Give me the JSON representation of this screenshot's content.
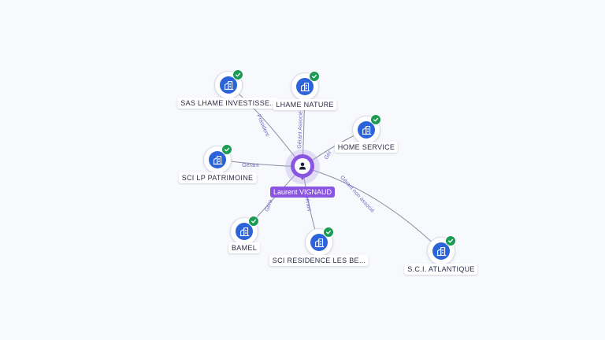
{
  "colors": {
    "background": "#f8f9fc",
    "center_accent": "#8a55e0",
    "company_node": "#2d63d8",
    "verified": "#1c9b54",
    "edge": "#8a8ea6",
    "edge_label": "#7267c8"
  },
  "center": {
    "label": "Laurent VIGNAUD",
    "icon": "person-icon"
  },
  "nodes": [
    {
      "id": "sas-lhame",
      "label": "SAS LHAME INVESTISSE...",
      "icon": "company-building-icon",
      "verified": true
    },
    {
      "id": "lhame-nature",
      "label": "LHAME NATURE",
      "icon": "company-building-icon",
      "verified": true
    },
    {
      "id": "home-service",
      "label": "HOME SERVICE",
      "icon": "company-building-icon",
      "verified": true
    },
    {
      "id": "sci-lp",
      "label": "SCI LP PATRIMOINE",
      "icon": "company-building-icon",
      "verified": true
    },
    {
      "id": "bamel",
      "label": "BAMEL",
      "icon": "company-building-icon",
      "verified": true
    },
    {
      "id": "sci-residence",
      "label": "SCI RESIDENCE LES BE...",
      "icon": "company-building-icon",
      "verified": true
    },
    {
      "id": "sci-atlantique",
      "label": "S.C.I. ATLANTIQUE",
      "icon": "company-building-icon",
      "verified": true
    }
  ],
  "edges": [
    {
      "to": "sas-lhame",
      "label": "Président"
    },
    {
      "to": "lhame-nature",
      "label": "Gérant Associé"
    },
    {
      "to": "home-service",
      "label": "Gér"
    },
    {
      "to": "sci-lp",
      "label": "Gérant"
    },
    {
      "to": "bamel",
      "label": "Géra"
    },
    {
      "to": "sci-residence",
      "label": "Gérant"
    },
    {
      "to": "sci-atlantique",
      "label": "Gérant non associé"
    }
  ]
}
